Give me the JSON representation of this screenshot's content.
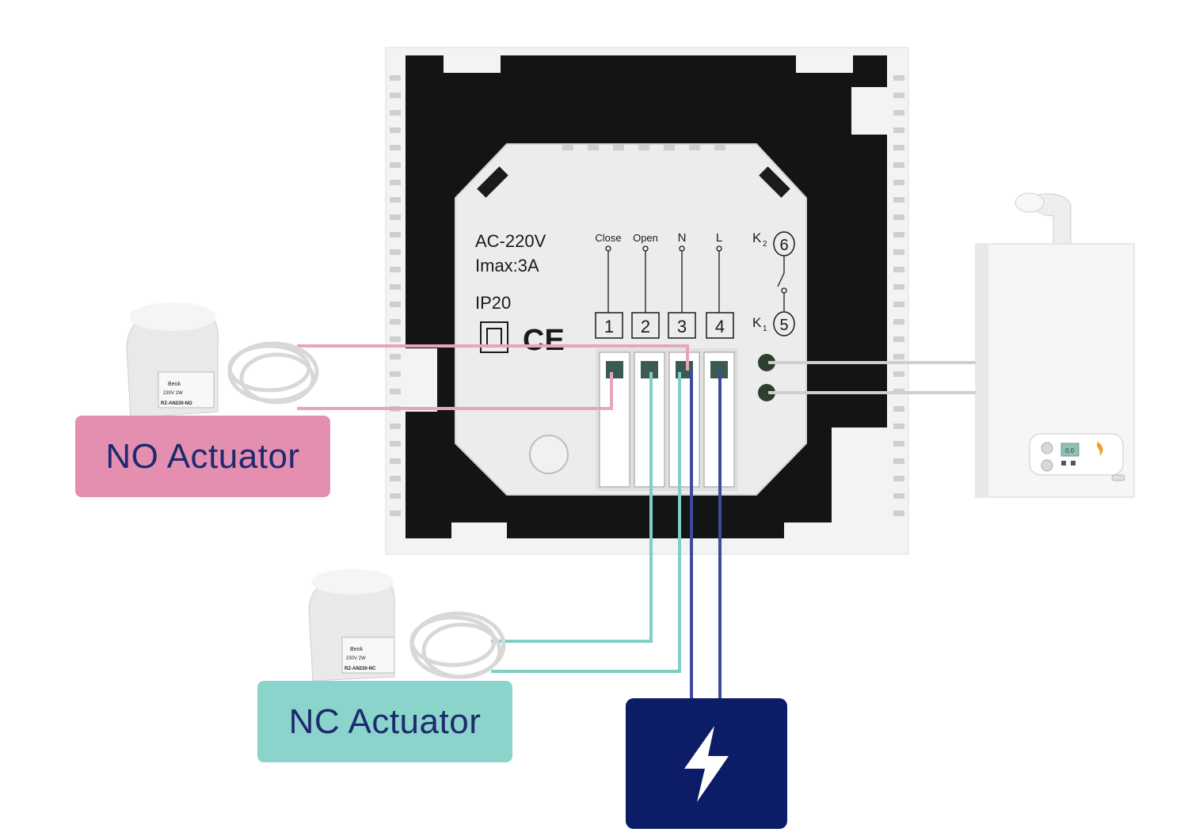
{
  "device": {
    "rating_voltage": "AC-220V",
    "rating_current": "Imax:3A",
    "ip_rating": "IP20",
    "ce_mark": "CE",
    "terminals": [
      {
        "number": "1",
        "label": "Close"
      },
      {
        "number": "2",
        "label": "Open"
      },
      {
        "number": "3",
        "label": "N"
      },
      {
        "number": "4",
        "label": "L"
      }
    ],
    "relay_contacts": [
      {
        "number": "6",
        "label": "K",
        "subscript": "2"
      },
      {
        "number": "5",
        "label": "K",
        "subscript": "1"
      }
    ]
  },
  "actuators": {
    "normally_open": {
      "label": "NO Actuator",
      "color": "#e48fb0",
      "wire_color": "#e6a3c2",
      "sticker_brand": "Beok",
      "sticker_spec": "230V 2W",
      "sticker_model": "RZ-AN230-NO"
    },
    "normally_closed": {
      "label": "NC Actuator",
      "color": "#8bd4cb",
      "wire_color": "#7fcfc4",
      "sticker_brand": "Beok",
      "sticker_spec": "230V 2W",
      "sticker_model": "RZ-AN230-NC"
    }
  },
  "power_source": {
    "icon": "lightning-bolt-icon",
    "color": "#0c1c66",
    "wire_color": "#3c4b9c"
  },
  "boiler": {
    "icon": "gas-boiler-icon",
    "display_text": "0.0",
    "wire_color": "#d0d0d0"
  },
  "colors": {
    "text": "#1e2a6e",
    "panel_black": "#141414",
    "panel_white": "#f3f3f3"
  }
}
